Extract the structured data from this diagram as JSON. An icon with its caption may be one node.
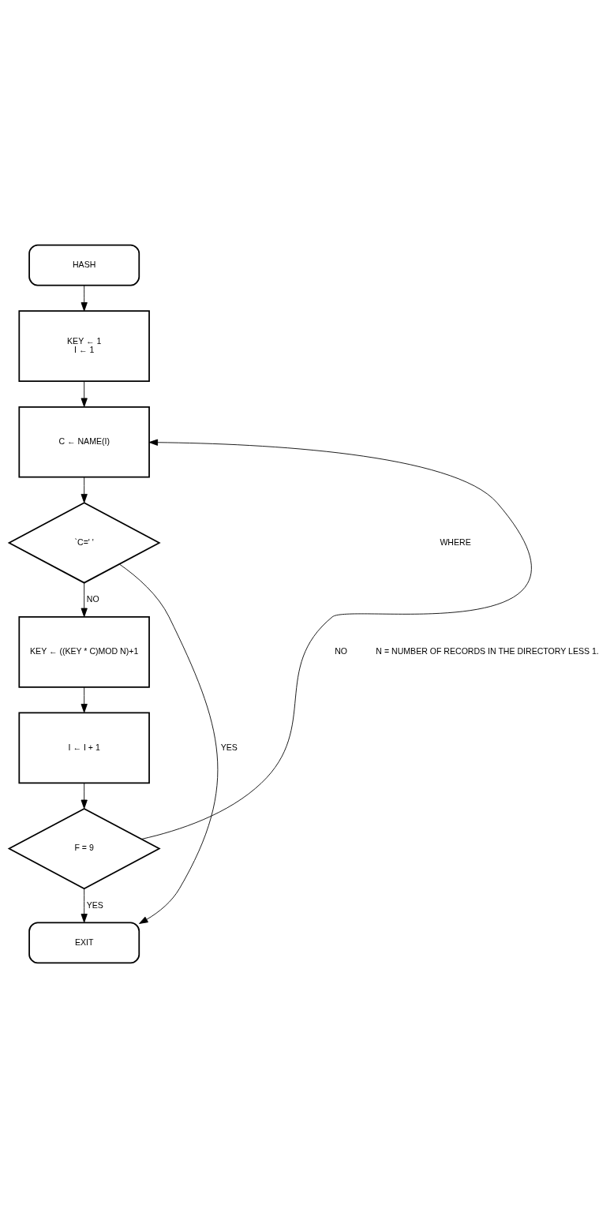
{
  "diagram": {
    "nodes": [
      {
        "text": [
          "HASH"
        ]
      },
      {
        "text": [
          "KEY ← 1",
          "I ← 1"
        ]
      },
      {
        "text": [
          "C ← NAME(I)"
        ]
      },
      {
        "text": [
          "`C=' '"
        ]
      },
      {
        "text": [
          "KEY ← ((KEY * C)MOD N)+1"
        ]
      },
      {
        "text": [
          "I ← I + 1"
        ]
      },
      {
        "text": [
          "F = 9"
        ]
      },
      {
        "text": [
          "EXIT"
        ]
      }
    ],
    "edges": [
      {
        "from": 0,
        "to": 1,
        "arrow": "to"
      },
      {
        "from": 1,
        "to": 2,
        "arrow": "to"
      },
      {
        "from": 2,
        "to": 3,
        "arrow": "to"
      },
      {
        "from": 3,
        "to": 4,
        "arrow": "to",
        "label": "NO"
      },
      {
        "from": 4,
        "to": 5,
        "arrow": "to"
      },
      {
        "from": 5,
        "to": 6,
        "arrow": "to"
      },
      {
        "from": 6,
        "to": 2,
        "arrow": "to",
        "label": "NO"
      },
      {
        "from": 6,
        "to": 7,
        "arrow": "to",
        "label": "YES"
      },
      {
        "from": 3,
        "to": 7,
        "arrow": "to",
        "label": "YES"
      }
    ],
    "labels": [
      "WHERE",
      "N = NUMBER OF RECORDS IN THE DIRECTORY LESS 1."
    ]
  }
}
